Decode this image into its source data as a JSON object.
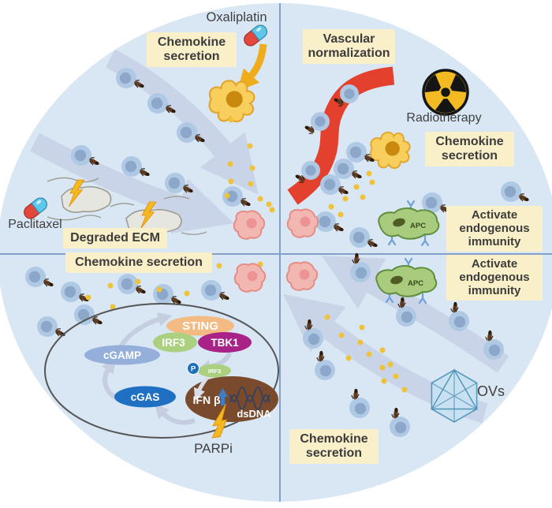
{
  "figure": {
    "tl": {
      "oxaliplatin": "Oxaliplatin",
      "paclitaxel": "Paclitaxel",
      "chemokine_box": "Chemokine secretion",
      "ecm_box": "Degraded ECM"
    },
    "tr": {
      "vascular_box": "Vascular normalization",
      "radiotherapy": "Radiotherapy",
      "chemokine_box": "Chemokine secretion",
      "activate_box": "Activate endogenous immunity",
      "apc_label": "APC"
    },
    "bl": {
      "chemokine_box": "Chemokine secretion",
      "parpi": "PARPi",
      "sting": "STING",
      "irf3": "IRF3",
      "tbk1": "TBK1",
      "cgamp": "cGAMP",
      "cgas": "cGAS",
      "phospho": "P",
      "irf3_phos": "IRF3",
      "ifn_beta": "IFN β",
      "dsdna": "dsDNA"
    },
    "br": {
      "activate_box": "Activate endogenous immunity",
      "chemokine_box": "Chemokine secretion",
      "apc_label": "APC",
      "ovs": "OVs"
    },
    "colors": {
      "background_circle": "#D9E6F3",
      "quadrant_divider": "#84A0C8",
      "label_box": "#F9EFC8",
      "vessel_red": "#E4402E",
      "recruitment_arrow": "#C9D3E7",
      "chemokine_dot": "#EFC23A",
      "immune_cell": "#AFC8E4",
      "tumor_cell_pink": "#F3B7B2",
      "apc_green": "#A9CB7D",
      "dendritic_yellow": "#F8CE5C",
      "sting_orange": "#F4BA84",
      "irf3_green": "#ABD07F",
      "tbk1_magenta": "#A82288",
      "cgamp_blue": "#93AFDA",
      "cgas_blue": "#1F70C2",
      "nucleus_brown": "#7A4A2C",
      "radiation_yellow": "#F3BA22",
      "ov_virus_blue": "#C8E2F2",
      "lightning_yellow": "#F5B81F"
    }
  }
}
